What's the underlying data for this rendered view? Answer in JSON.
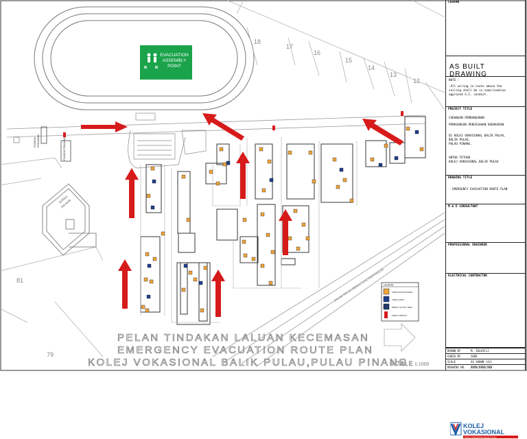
{
  "plan": {
    "assembly_sign": [
      "EVACUATION",
      "ASSEMBLY",
      "POINT"
    ],
    "plot_numbers": [
      "18",
      "17",
      "16",
      "15",
      "14",
      "13",
      "12"
    ],
    "lot_81": "81",
    "lot_79": "79",
    "road_label": "JALAN TELUK DEDAU CAN SIMPANGAN",
    "left_labels": [
      "PONDOK",
      "PENGAWAL"
    ],
    "guard_label": "PONDOK PENGAWAL",
    "surau_label": [
      "SURAU",
      "AN-NUR"
    ],
    "title_lines": [
      "PELAN TINDAKAN LALUAN KECEMASAN",
      "EMERGENCY EVACUATION ROUTE PLAN",
      "KOLEJ VOKASIONAL BALIK PULAU,PULAU PINANG"
    ],
    "scale_label": "SCALE",
    "scale_value": "1:1000"
  },
  "legend": {
    "header": "LEGEND",
    "items": [
      "FIRE EXTINGUISHER",
      "FIRE ALARM",
      "BREAK GLASS / BELL",
      "FIRE HYDRANT"
    ]
  },
  "title_block": {
    "legend": "LEGEND",
    "as_built": "AS BUILT DRAWING",
    "note_label": "NOTE :",
    "note_text": [
      "-All wiring in route above the",
      "ceiling shall be in semi/conbine",
      "approved G.I. conduit."
    ],
    "project_label": "PROJECT TITLE",
    "project_lines": [
      "CADANGAN PEMBANGUNAN",
      "PEMASANGAN PENCEGAHAN KEBAKARAN",
      "",
      "DI KOLEJ VOKASIONAL BALIK PULAU,",
      "BALIK PULAU,",
      "PULAU PINANG.",
      "",
      "UNTUK TETUAN",
      "KOLEJ VOKASIONAL BALIK PULAU"
    ],
    "drawing_label": "DRAWING TITLE",
    "drawing_text": "- EMERGENCY EVACUATION ROUTE PLAN",
    "ms_label": "M & E CONSULTANT",
    "logo_main": "KOLEJ",
    "logo_main2": "VOKASIONAL",
    "logo_sub": "KOLEJ VOKASIONAL BALIK PULAU",
    "prof_label": "PROFESSIONAL ENGINEER",
    "contractor_label": "ELECTRICAL CONTRACTOR",
    "rows": [
      {
        "label": "DRAWN BY",
        "value": "M. ZULKIFLI"
      },
      {
        "label": "CHECK BY",
        "value": "CHEK"
      },
      {
        "label": "SCALE",
        "value": "AS SHOWN (A3)"
      },
      {
        "label": "DRAWING NO.",
        "value": "XXXX/XXXX/XXX"
      }
    ]
  },
  "colors": {
    "arrow": "#d71a1a",
    "sign_green": "#1aa34a",
    "line": "#555555",
    "road": "#999999",
    "extinguisher": "#f0a43a",
    "alarm": "#1d3e8a"
  }
}
